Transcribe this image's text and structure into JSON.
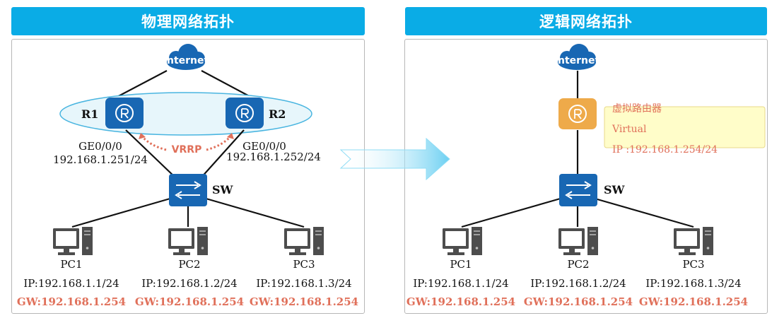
{
  "left_panel": {
    "title": "物理网络拓扑",
    "internet": "Internet",
    "r1": "R1",
    "r2": "R2",
    "protocol": "VRRP",
    "r1_port": "GE0/0/0",
    "r1_ip": "192.168.1.251/24",
    "r2_port": "GE0/0/0",
    "r2_ip": "192.168.1.252/24",
    "switch": "SW",
    "pcs": [
      {
        "name": "PC1",
        "ip": "IP:192.168.1.1/24",
        "gw": "GW:192.168.1.254"
      },
      {
        "name": "PC2",
        "ip": "IP:192.168.1.2/24",
        "gw": "GW:192.168.1.254"
      },
      {
        "name": "PC3",
        "ip": "IP:192.168.1.3/24",
        "gw": "GW:192.168.1.254"
      }
    ]
  },
  "right_panel": {
    "title": "逻辑网络拓扑",
    "internet": "Internet",
    "virtual_router_label": "虚拟路由器",
    "virtual_line": "Virtual",
    "virtual_ip": "IP :192.168.1.254/24",
    "switch": "SW",
    "pcs": [
      {
        "name": "PC1",
        "ip": "IP:192.168.1.1/24",
        "gw": "GW:192.168.1.254"
      },
      {
        "name": "PC2",
        "ip": "IP:192.168.1.2/24",
        "gw": "GW:192.168.1.254"
      },
      {
        "name": "PC3",
        "ip": "IP:192.168.1.3/24",
        "gw": "GW:192.168.1.254"
      }
    ]
  },
  "colors": {
    "header": "#0aace6",
    "device": "#1867b3",
    "virtual_router": "#eeaa4a",
    "accent_text": "#e0705a",
    "ellipse_fill": "#e7f6fb",
    "ellipse_stroke": "#49b5e0"
  },
  "icons": [
    "cloud-icon",
    "router-icon",
    "switch-icon",
    "pc-icon",
    "arrow-right-icon"
  ]
}
